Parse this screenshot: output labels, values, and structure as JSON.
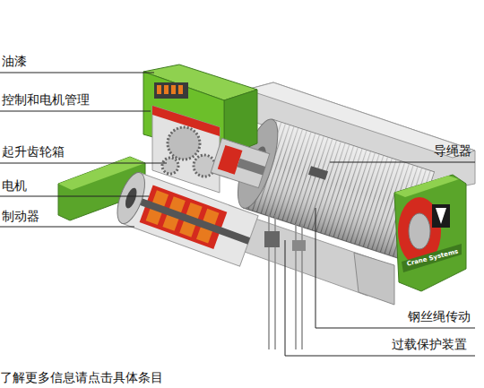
{
  "diagram": {
    "labels": [
      "油漆",
      "控制和电机管理",
      "起升齿轮箱",
      "电机",
      "制动器",
      "导绳器",
      "钢丝绳传动",
      "过载保护装置",
      "了解更多信息请点击具体条目",
      "Crane Systems"
    ]
  }
}
